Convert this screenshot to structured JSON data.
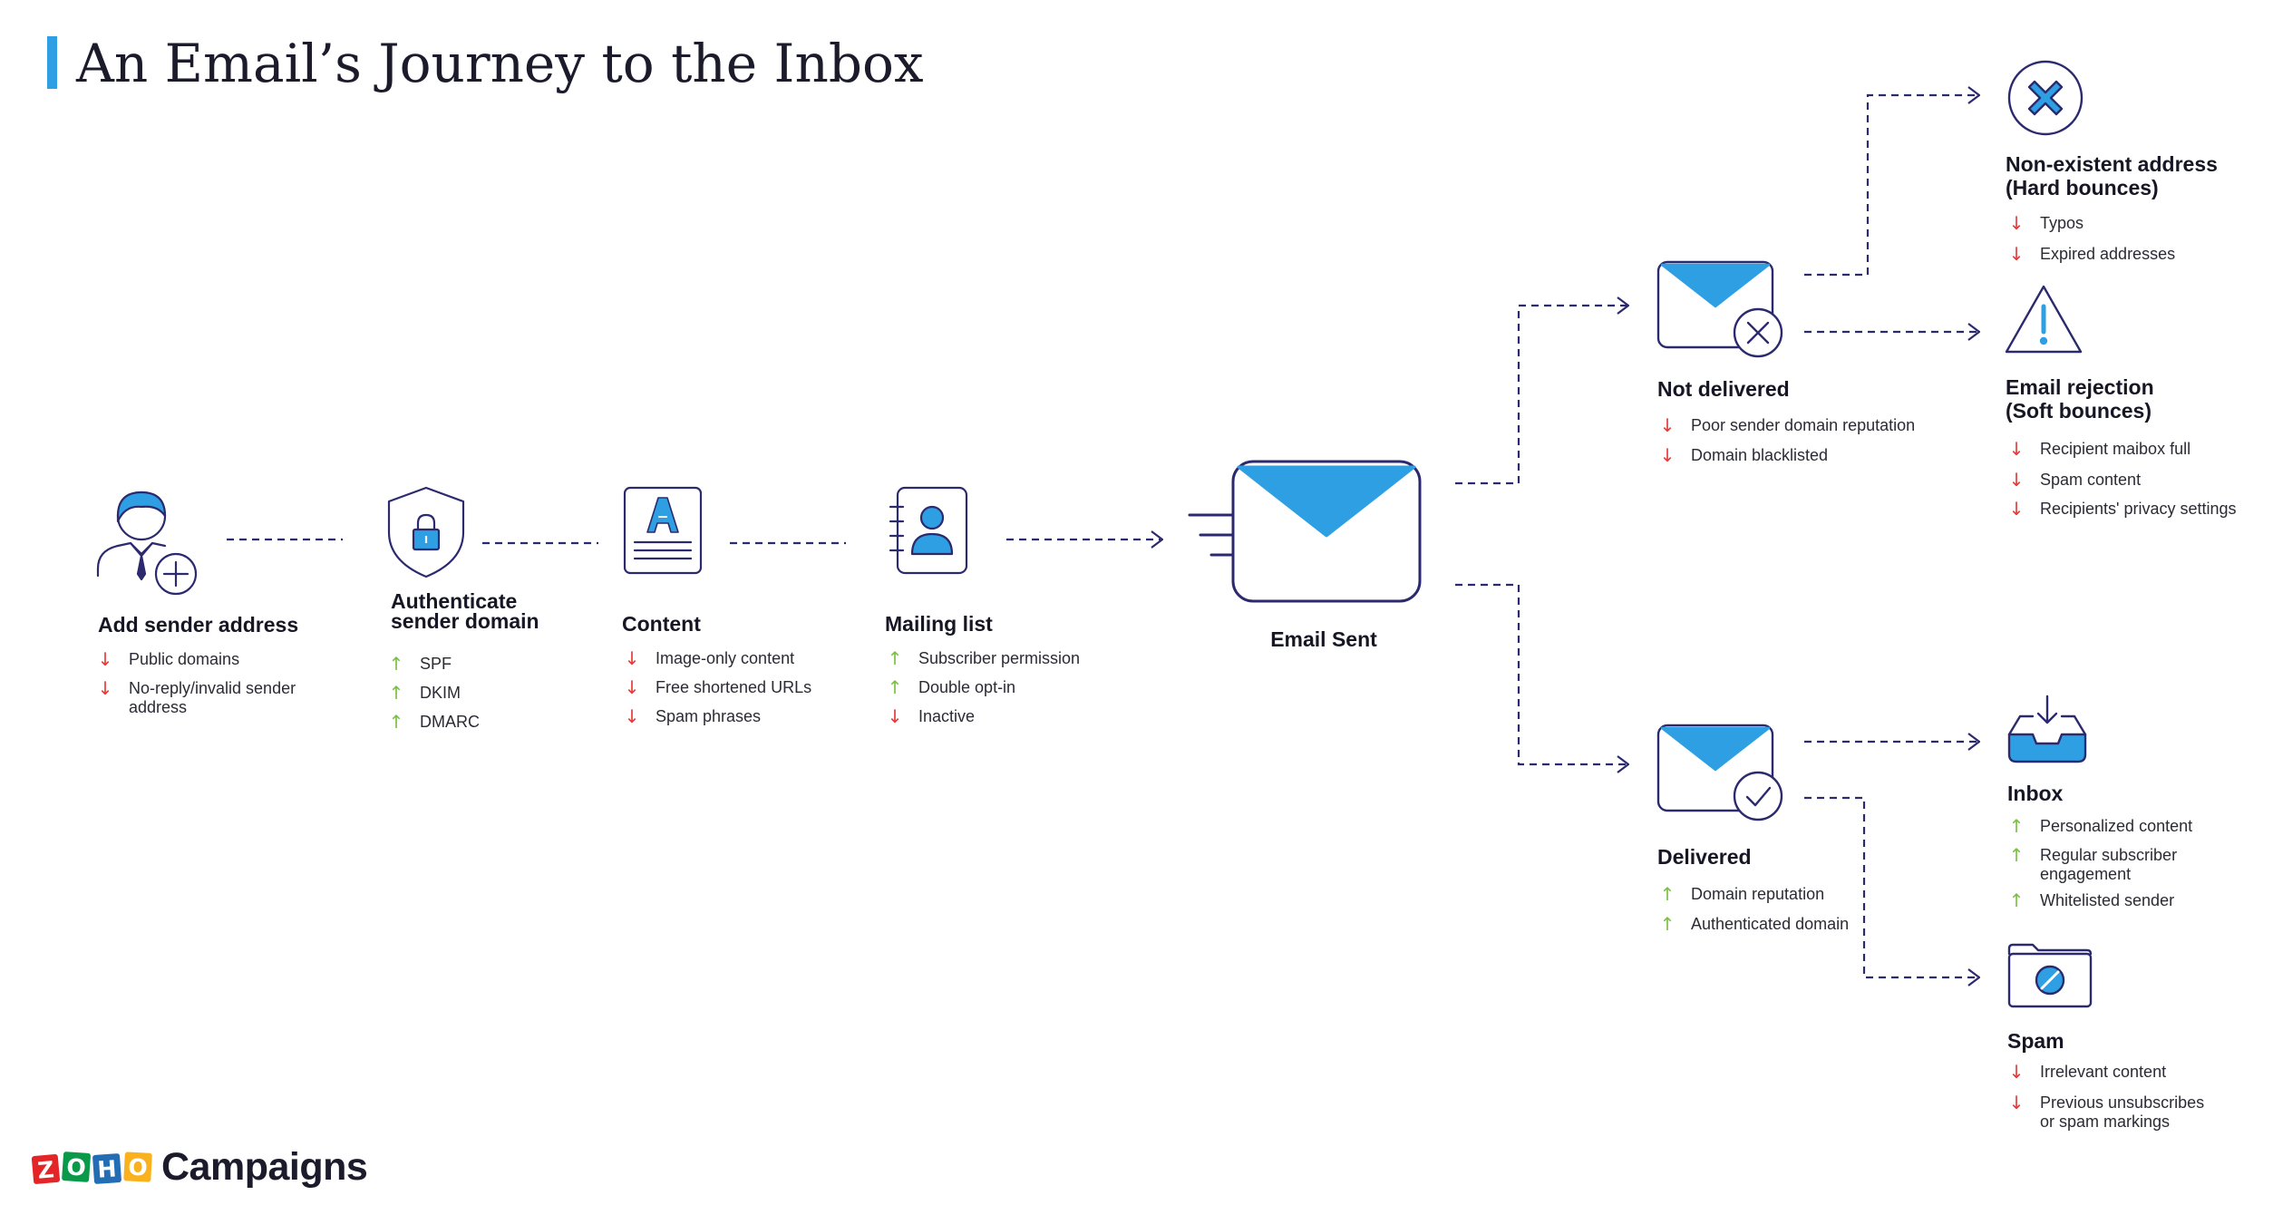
{
  "title": "An Email’s Journey to the Inbox",
  "colors": {
    "accent_blue": "#2f9fe3",
    "outline_navy": "#2c2a6e",
    "factor_negative": "#e53a3a",
    "factor_positive": "#7ac143",
    "logo_red": "#e42527",
    "logo_green": "#089949",
    "logo_blue": "#226db4",
    "logo_yellow": "#f9b21d"
  },
  "nodes": {
    "add_sender": {
      "title": "Add sender address",
      "icon": "user-add-icon",
      "factors": [
        {
          "dir": "down",
          "text": "Public domains"
        },
        {
          "dir": "down",
          "text": "No-reply/invalid sender",
          "text2": "address"
        }
      ]
    },
    "authenticate": {
      "title_line1": "Authenticate",
      "title_line2": "sender domain",
      "icon": "shield-lock-icon",
      "factors": [
        {
          "dir": "up",
          "text": "SPF"
        },
        {
          "dir": "up",
          "text": "DKIM"
        },
        {
          "dir": "up",
          "text": "DMARC"
        }
      ]
    },
    "content": {
      "title": "Content",
      "icon": "document-text-icon",
      "factors": [
        {
          "dir": "down",
          "text": "Image-only content"
        },
        {
          "dir": "down",
          "text": "Free shortened URLs"
        },
        {
          "dir": "down",
          "text": "Spam phrases"
        }
      ]
    },
    "mailing_list": {
      "title": "Mailing list",
      "icon": "contact-book-icon",
      "factors": [
        {
          "dir": "up",
          "text": "Subscriber permission"
        },
        {
          "dir": "up",
          "text": "Double opt-in"
        },
        {
          "dir": "down",
          "text": "Inactive"
        }
      ]
    },
    "email_sent": {
      "title": "Email Sent",
      "icon": "envelope-sent-icon"
    },
    "not_delivered": {
      "title": "Not delivered",
      "icon": "envelope-x-icon",
      "factors": [
        {
          "dir": "down",
          "text": "Poor sender domain reputation"
        },
        {
          "dir": "down",
          "text": "Domain blacklisted"
        }
      ]
    },
    "delivered": {
      "title": "Delivered",
      "icon": "envelope-check-icon",
      "factors": [
        {
          "dir": "up",
          "text": "Domain reputation"
        },
        {
          "dir": "up",
          "text": "Authenticated domain"
        }
      ]
    },
    "hard_bounce": {
      "title_line1": "Non-existent address",
      "title_line2": "(Hard bounces)",
      "icon": "x-circle-icon",
      "factors": [
        {
          "dir": "down",
          "text": "Typos"
        },
        {
          "dir": "down",
          "text": "Expired addresses"
        }
      ]
    },
    "soft_bounce": {
      "title_line1": "Email rejection",
      "title_line2": "(Soft bounces)",
      "icon": "warning-triangle-icon",
      "factors": [
        {
          "dir": "down",
          "text": "Recipient maibox full"
        },
        {
          "dir": "down",
          "text": "Spam content"
        },
        {
          "dir": "down",
          "text": "Recipients' privacy settings"
        }
      ]
    },
    "inbox": {
      "title": "Inbox",
      "icon": "inbox-tray-icon",
      "factors": [
        {
          "dir": "up",
          "text": "Personalized content"
        },
        {
          "dir": "up",
          "text": "Regular subscriber",
          "text2": "engagement"
        },
        {
          "dir": "up",
          "text": "Whitelisted sender"
        }
      ]
    },
    "spam": {
      "title": "Spam",
      "icon": "spam-folder-icon",
      "factors": [
        {
          "dir": "down",
          "text": "Irrelevant content"
        },
        {
          "dir": "down",
          "text": "Previous unsubscribes",
          "text2": "or spam markings"
        }
      ]
    }
  },
  "logo": {
    "letters": [
      "Z",
      "O",
      "H",
      "O"
    ],
    "product": "Campaigns"
  }
}
